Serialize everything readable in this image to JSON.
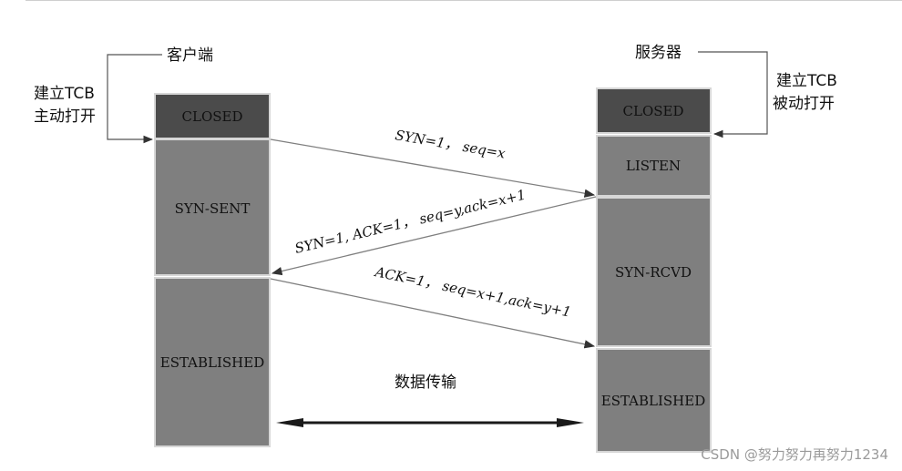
{
  "client": {
    "title": "客户端",
    "note_line1": "建立TCB",
    "note_line2": "主动打开",
    "states": [
      "CLOSED",
      "SYN-SENT",
      "ESTABLISHED"
    ]
  },
  "server": {
    "title": "服务器",
    "note_line1": "建立TCB",
    "note_line2": "被动打开",
    "states": [
      "CLOSED",
      "LISTEN",
      "SYN-RCVD",
      "ESTABLISHED"
    ]
  },
  "messages": {
    "syn": "SYN=1， seq=x",
    "syn_ack": "SYN=1, ACK=1， seq=y,ack=x+1",
    "ack": "ACK=1， seq=x+1,ack=y+1"
  },
  "data_transfer": "数据传输",
  "watermark": "CSDN @努力努力再努力1234",
  "colors": {
    "closed": "#4b4b4b",
    "state": "#7f7f7f",
    "border": "#d7d7d7",
    "arrow": "#7f7f7f"
  }
}
